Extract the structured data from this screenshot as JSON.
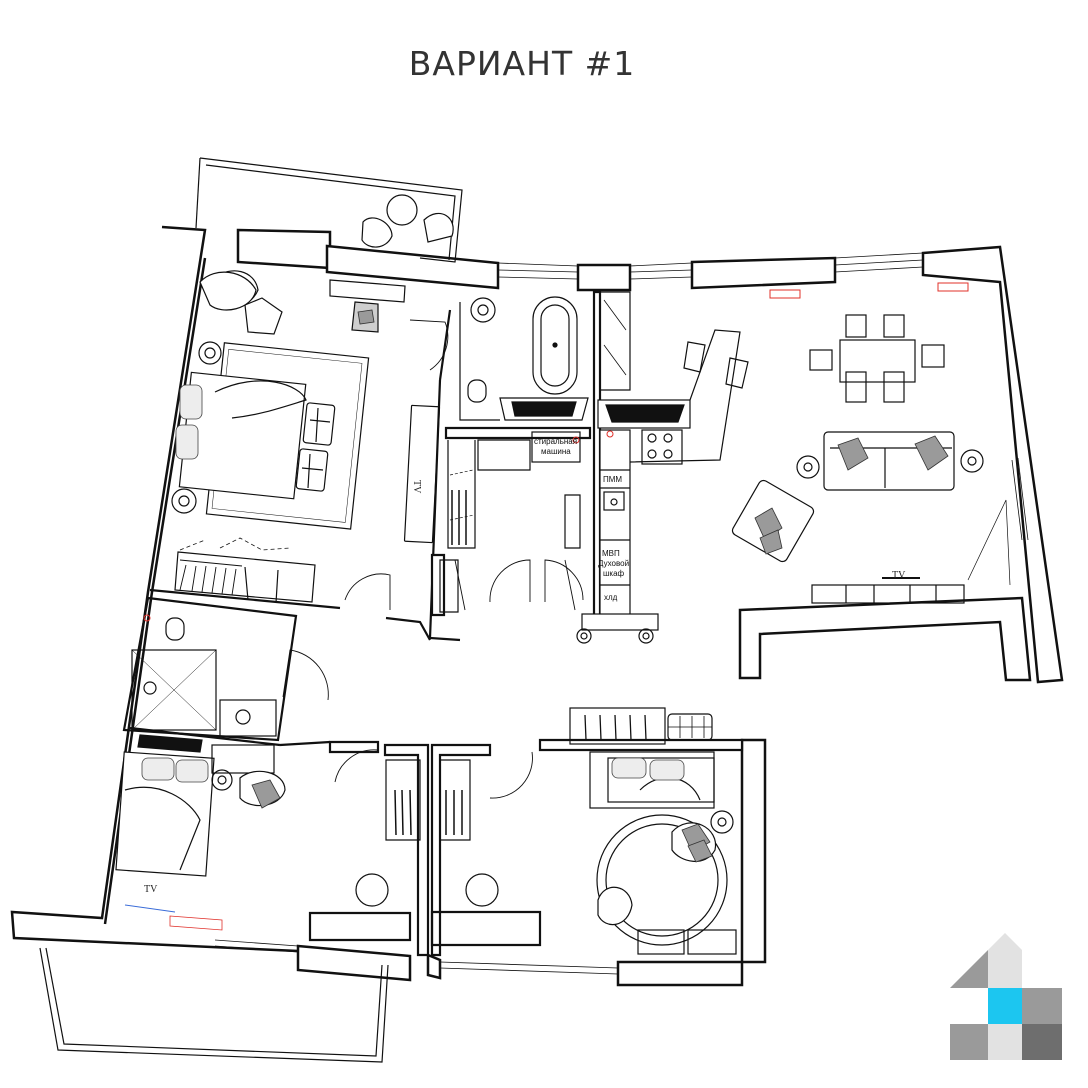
{
  "title": "ВАРИАНТ #1",
  "labels": {
    "washing_machine_line1": "стиральная",
    "washing_machine_line2": "машина",
    "dishwasher": "ПММ",
    "microwave": "МВП",
    "oven_line1": "Духовой",
    "oven_line2": "шкаф",
    "fridge": "хлд",
    "tv": "TV"
  },
  "colors": {
    "wall": "#111111",
    "furniture_fill": "#ffffff",
    "pillow": "#9a9a9a",
    "accent_red": "#e0302a",
    "logo_cyan": "#1cc6f0",
    "logo_dark": "#6e6e6e",
    "logo_mid": "#9a9a9a",
    "logo_light": "#d6d6d6"
  }
}
